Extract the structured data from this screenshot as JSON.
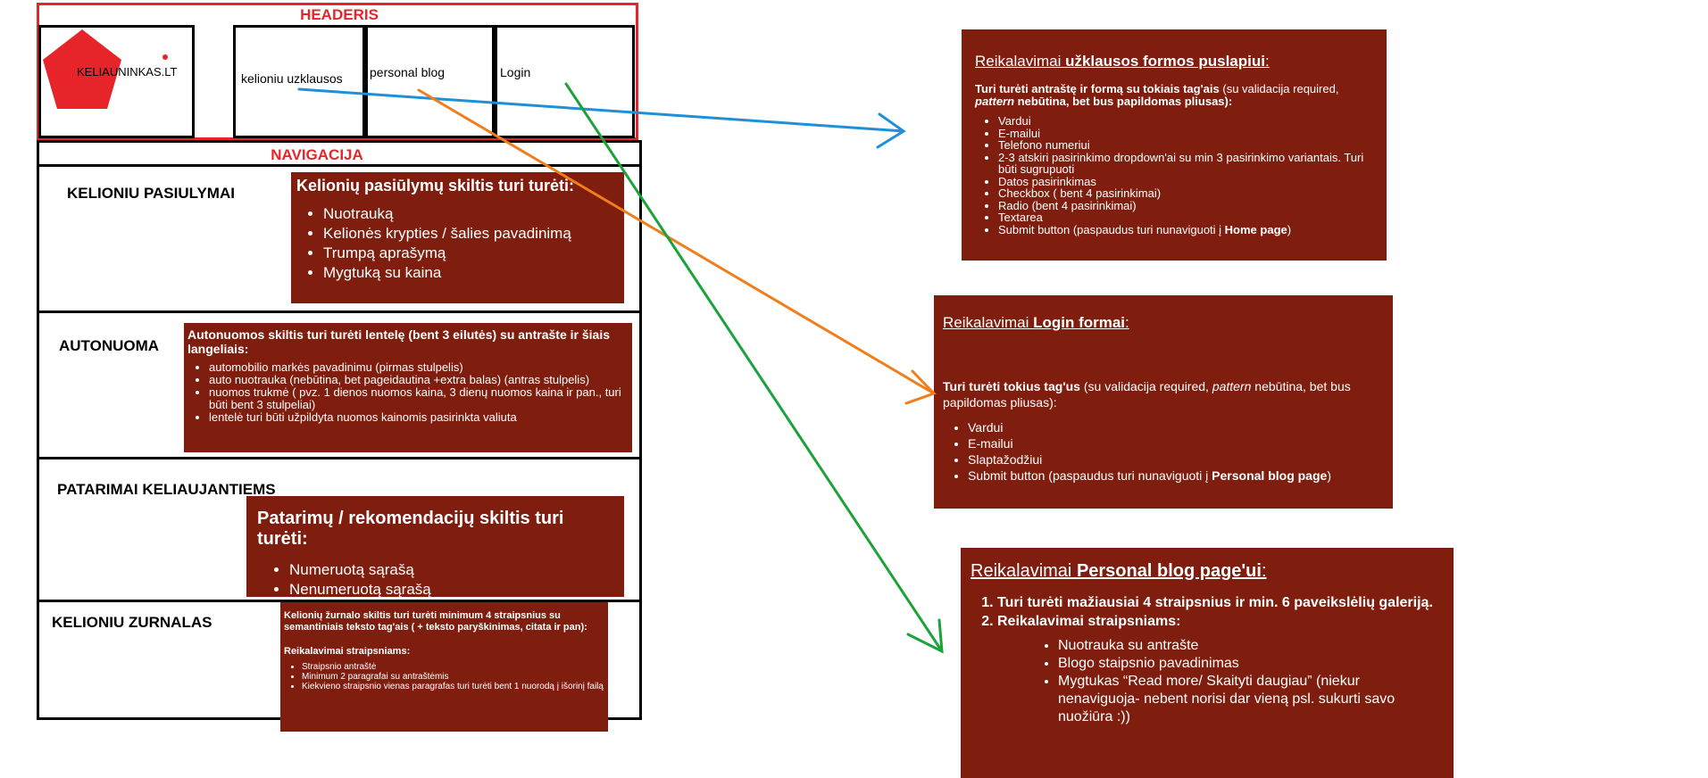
{
  "header": {
    "title": "HEADERIS",
    "logo_text": "KELIAUNINKAS.LT",
    "nav_items": [
      "kelioniu uzklausos",
      "personal blog",
      "Login"
    ]
  },
  "navigation": {
    "title": "NAVIGACIJA"
  },
  "sections": [
    {
      "title": "KELIONIU PASIULYMAI",
      "box_heading": "Kelionių pasiūlymų skiltis turi turėti:",
      "items": [
        "Nuotrauką",
        "Kelionės krypties / šalies pavadinimą",
        "Trumpą aprašymą",
        "Mygtuką su kaina"
      ]
    },
    {
      "title": "AUTONUOMA",
      "box_heading": "Autonuomos skiltis turi turėti lentelę (bent 3 eilutės) su antrašte ir šiais langeliais:",
      "items": [
        "automobilio markės pavadinimu (pirmas stulpelis)",
        "auto nuotrauka (nebūtina, bet pageidautina +extra balas) (antras stulpelis)",
        "nuomos trukmė ( pvz. 1 dienos nuomos kaina, 3 dienų nuomos kaina ir pan., turi būti bent 3 stulpeliai)",
        "lentelė turi būti užpildyta nuomos kainomis pasirinkta valiuta"
      ]
    },
    {
      "title": "PATARIMAI KELIAUJANTIEMS",
      "box_heading": "Patarimų / rekomendacijų skiltis turi turėti:",
      "items": [
        "Numeruotą sąrašą",
        "Nenumeruotą sąrašą"
      ]
    },
    {
      "title": "KELIONIU ZURNALAS",
      "box_heading": "Kelionių žurnalo skiltis turi turėti minimum 4 straipsnius su semantiniais teksto tag'ais ( + teksto paryškinimas, citata ir pan):",
      "sub_heading": "Reikalavimai straipsniams:",
      "items": [
        "Straipsnio antraštė",
        "Minimum 2 paragrafai su antraštėmis",
        "Kiekvieno straipsnio vienas paragrafas turi turėti bent 1 nuorodą į išorinį failą"
      ]
    }
  ],
  "requirements": {
    "query_form": {
      "title_prefix": "Reikalavimai ",
      "title_bold": "užklausos formos puslapiui",
      "title_suffix": ":",
      "intro_bold_1": "Turi turėti antraštę ir formą su tokiais tag'ais",
      "intro_mid": " (su validacija required, ",
      "intro_italic": "pattern",
      "intro_end": " nebūtina, bet bus papildomas pliusas):",
      "items": [
        "Vardui",
        "E-mailui",
        "Telefono numeriui",
        "2-3 atskiri pasirinkimo dropdown'ai su min 3 pasirinkimo variantais. Turi būti sugrupuoti",
        "Datos pasirinkimas",
        "Checkbox ( bent 4 pasirinkimai)",
        "Radio (bent 4 pasirinkimai)",
        "Textarea"
      ],
      "last_item_text": "Submit button (paspaudus turi nunaviguoti į ",
      "last_item_bold": "Home page",
      "last_item_end": ")"
    },
    "login_form": {
      "title_prefix": "Reikalavimai ",
      "title_bold": "Login formai",
      "title_suffix": ":",
      "intro_bold": "Turi turėti tokius tag'us",
      "intro_mid": " (su validacija required, ",
      "intro_italic": "pattern",
      "intro_end": " nebūtina, bet bus papildomas pliusas):",
      "items": [
        "Vardui",
        "E-mailui",
        "Slaptažodžiui"
      ],
      "last_item_text": "Submit button (paspaudus turi nunaviguoti į ",
      "last_item_bold": "Personal blog page",
      "last_item_end": ")"
    },
    "personal_blog": {
      "title_prefix": "Reikalavimai ",
      "title_bold": "Personal blog page'ui",
      "title_suffix": ":",
      "ordered": [
        "Turi turėti mažiausiai 4 straipsnius ir min. 6 paveikslėlių galeriją.",
        "Reikalavimai straipsniams:"
      ],
      "items": [
        "Nuotrauka su antrašte",
        "Blogo staipsnio pavadinimas",
        "Mygtukas “Read more/ Skaityti daugiau” (niekur nenaviguoja- nebent norisi dar vieną psl. sukurti savo nuožiūra :))"
      ]
    }
  },
  "colors": {
    "box_fill": "#7f1e0e",
    "header_red": "#e8242b",
    "arrow_blue": "#1e90d8",
    "arrow_orange": "#f07e1c",
    "arrow_green": "#1aa33a"
  }
}
